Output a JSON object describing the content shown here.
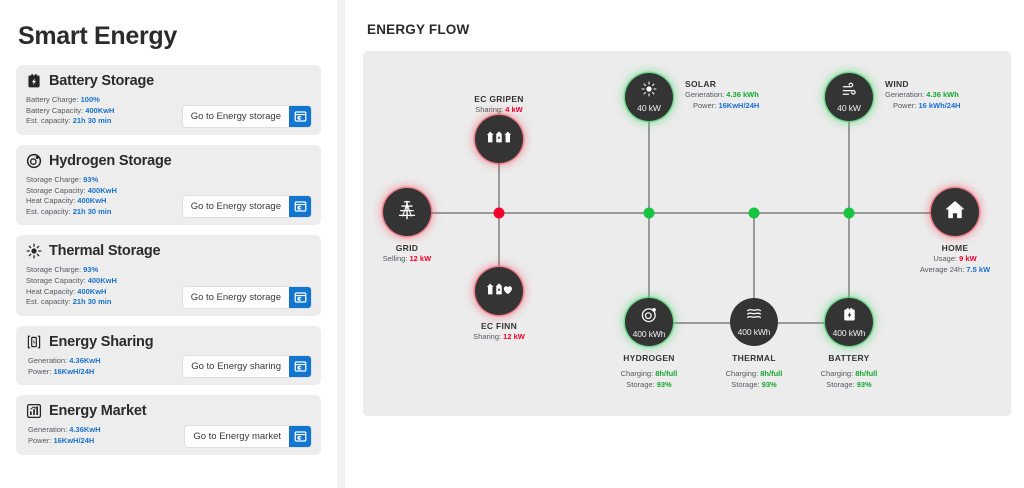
{
  "sidebar": {
    "title": "Smart Energy",
    "cards": [
      {
        "id": "battery-storage",
        "icon": "battery-icon",
        "title": "Battery Storage",
        "stats": [
          {
            "label": "Battery Charge:",
            "value": "100%"
          },
          {
            "label": "Battery Capacity:",
            "value": "400KwH"
          },
          {
            "label": "Est. capacity:",
            "value": "21h 30 min"
          }
        ],
        "button": {
          "label": "Go to Energy storage",
          "icon": "open-in-window-icon"
        }
      },
      {
        "id": "hydrogen-storage",
        "icon": "hydrogen-atom-icon",
        "title": "Hydrogen Storage",
        "stats": [
          {
            "label": "Storage Charge:",
            "value": "93%"
          },
          {
            "label": "Storage Capacity:",
            "value": "400KwH"
          },
          {
            "label": "Heat Capacity:",
            "value": "400KwH"
          },
          {
            "label": "Est. capacity:",
            "value": "21h 30 min"
          }
        ],
        "button": {
          "label": "Go to Energy storage",
          "icon": "open-in-window-icon"
        }
      },
      {
        "id": "thermal-storage",
        "icon": "sun-rays-icon",
        "title": "Thermal Storage",
        "stats": [
          {
            "label": "Storage Charge:",
            "value": "93%"
          },
          {
            "label": "Storage Capacity:",
            "value": "400KwH"
          },
          {
            "label": "Heat Capacity:",
            "value": "400KwH"
          },
          {
            "label": "Est. capacity:",
            "value": "21h 30 min"
          }
        ],
        "button": {
          "label": "Go to Energy storage",
          "icon": "open-in-window-icon"
        }
      },
      {
        "id": "energy-sharing",
        "icon": "battery-bracket-icon",
        "title": "Energy Sharing",
        "stats": [
          {
            "label": "Generation:",
            "value": "4.36KwH"
          },
          {
            "label": "Power:",
            "value": "16KwH/24H"
          }
        ],
        "button": {
          "label": "Go to Energy sharing",
          "icon": "open-in-window-icon"
        }
      },
      {
        "id": "energy-market",
        "icon": "bar-chart-icon",
        "title": "Energy Market",
        "stats": [
          {
            "label": "Generation:",
            "value": "4.36KwH"
          },
          {
            "label": "Power:",
            "value": "16KwH/24H"
          }
        ],
        "button": {
          "label": "Go to Energy market",
          "icon": "open-in-window-icon"
        }
      }
    ]
  },
  "flow": {
    "title": "ENERGY FLOW",
    "nodes": {
      "grid": {
        "name": "GRID",
        "icon": "pylon-icon",
        "caption": "",
        "lines": [
          {
            "label": "Selling:",
            "value": "12 kW",
            "color": "red"
          }
        ]
      },
      "gripen": {
        "name": "EC GRIPEN",
        "icon": "three-houses-icon",
        "caption": "",
        "lines": [
          {
            "label": "Sharing:",
            "value": "4 kW",
            "color": "red"
          }
        ]
      },
      "finn": {
        "name": "EC FINN",
        "icon": "houses-heart-icon",
        "caption": "",
        "lines": [
          {
            "label": "Sharing:",
            "value": "12 kW",
            "color": "red"
          }
        ]
      },
      "solar": {
        "name": "SOLAR",
        "icon": "sun-icon",
        "caption": "40 kW",
        "lines": [
          {
            "label": "Generation:",
            "value": "4.36 kWh",
            "color": "green"
          },
          {
            "label": "Power:",
            "value": "16KwH/24H",
            "color": "blue"
          }
        ]
      },
      "wind": {
        "name": "WIND",
        "icon": "wind-icon",
        "caption": "40 kW",
        "lines": [
          {
            "label": "Generation:",
            "value": "4.36 kWh",
            "color": "green"
          },
          {
            "label": "Power:",
            "value": "16 kWh/24H",
            "color": "blue"
          }
        ]
      },
      "home": {
        "name": "HOME",
        "icon": "house-icon",
        "caption": "",
        "lines": [
          {
            "label": "Usage:",
            "value": "9 kW",
            "color": "red"
          },
          {
            "label": "Average 24h:",
            "value": "7.5 kW",
            "color": "blue"
          }
        ]
      },
      "hydrogen": {
        "name": "HYDROGEN",
        "icon": "hydrogen-atom-icon",
        "caption": "400 kWh",
        "lines": [
          {
            "label": "Charging:",
            "value": "8h/full",
            "color": "green"
          },
          {
            "label": "Storage:",
            "value": "93%",
            "color": "green"
          }
        ]
      },
      "thermal": {
        "name": "THERMAL",
        "icon": "heat-waves-icon",
        "caption": "400 kWh",
        "lines": [
          {
            "label": "Charging:",
            "value": "8h/full",
            "color": "green"
          },
          {
            "label": "Storage:",
            "value": "93%",
            "color": "green"
          }
        ]
      },
      "battery": {
        "name": "BATTERY",
        "icon": "battery-icon",
        "caption": "400 kWh",
        "lines": [
          {
            "label": "Charging:",
            "value": "8h/full",
            "color": "green"
          },
          {
            "label": "Storage:",
            "value": "93%",
            "color": "green"
          }
        ]
      }
    },
    "junctions": [
      {
        "id": "junction-ec",
        "color": "red"
      },
      {
        "id": "junction-solar",
        "color": "green"
      },
      {
        "id": "junction-thermal",
        "color": "green"
      },
      {
        "id": "junction-wind",
        "color": "green"
      }
    ]
  },
  "colors": {
    "accent_blue": "#1a73c8",
    "status_green": "#14a82f",
    "status_red": "#f4002b",
    "node_dark": "#343434",
    "canvas_bg": "#ececec"
  }
}
